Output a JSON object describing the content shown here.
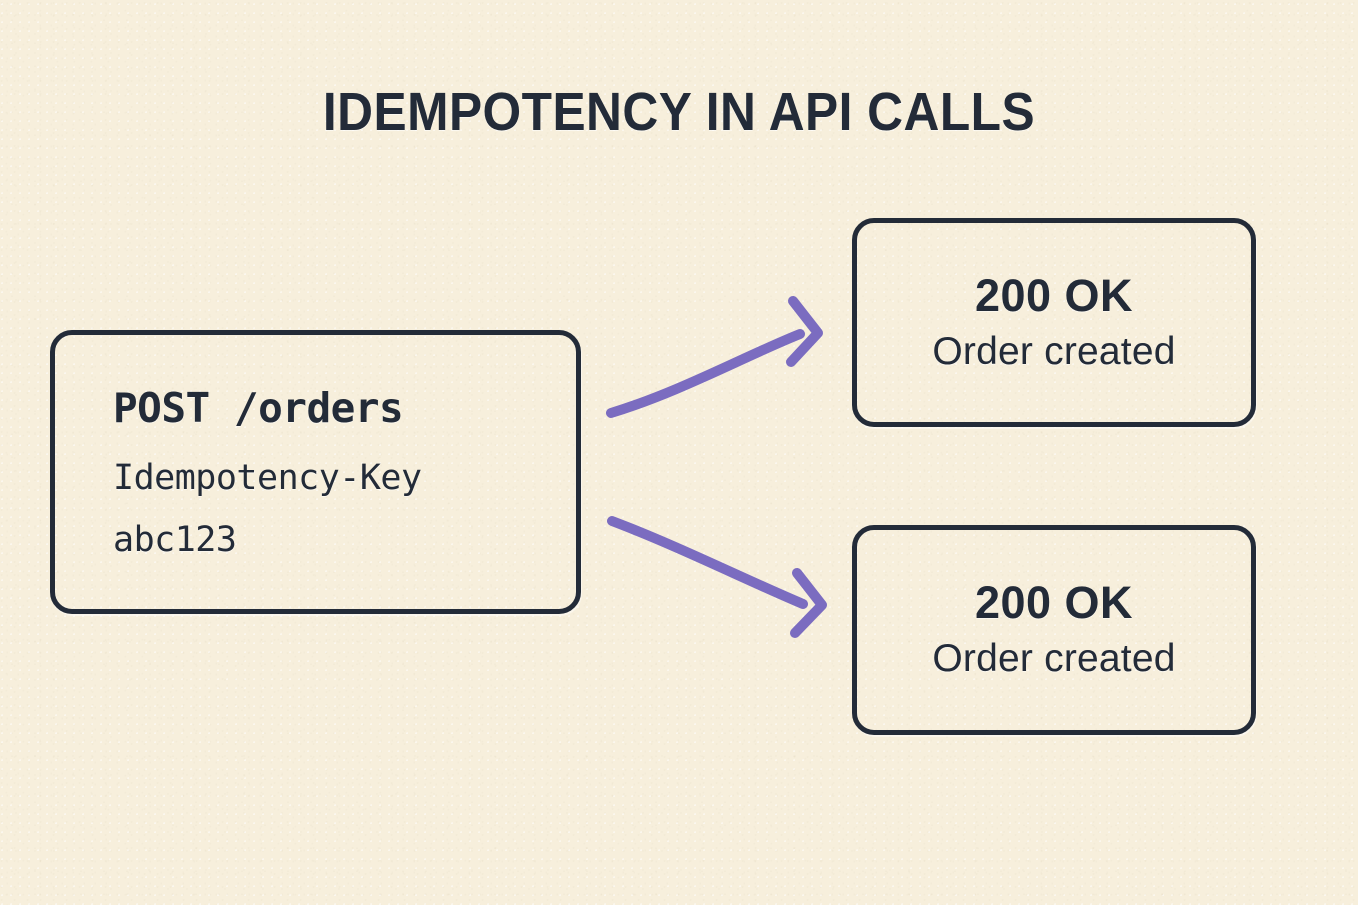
{
  "page": {
    "title": "IDEMPOTENCY IN API CALLS",
    "background_color": "#F7EFDC",
    "ink_color": "#232B38",
    "arrow_color": "#7B6CC0"
  },
  "request": {
    "method_and_path": "POST /orders",
    "header_name": "Idempotency-Key",
    "header_value": "abc123"
  },
  "responses": [
    {
      "status": "200 OK",
      "message": "Order created"
    },
    {
      "status": "200 OK",
      "message": "Order created"
    }
  ],
  "arrows": [
    {
      "name": "request-to-first-response",
      "label": ""
    },
    {
      "name": "request-to-second-response",
      "label": ""
    }
  ]
}
